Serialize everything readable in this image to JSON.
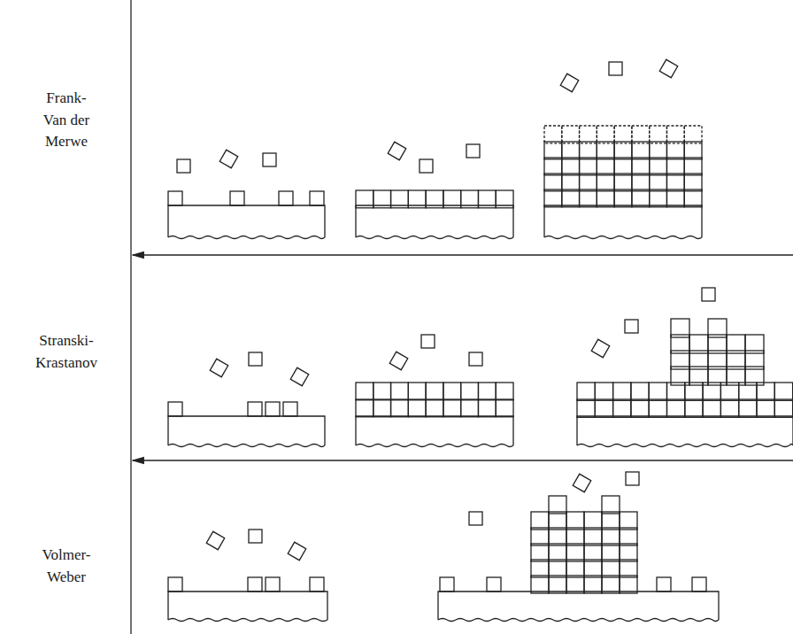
{
  "diagram": {
    "labels": [
      "Frank- Van der Merwe",
      "Stranski- Krastanov",
      "Volmer- Weber"
    ]
  }
}
